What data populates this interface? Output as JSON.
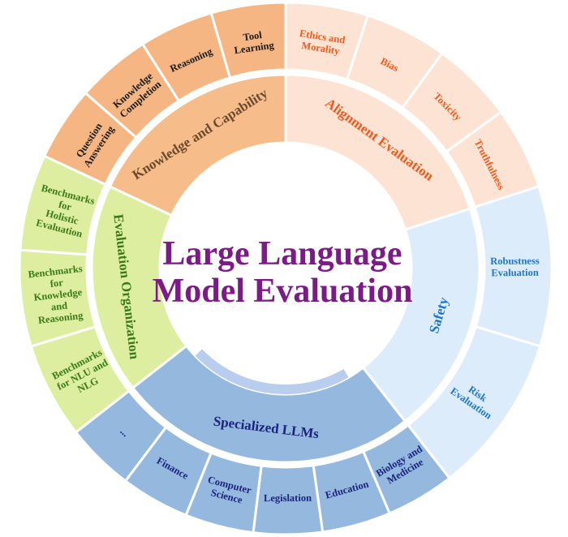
{
  "title": {
    "line1": "Large Language",
    "line2": "Model Evaluation"
  },
  "colors": {
    "title": "#7a1b86",
    "knowledge_outer": "#f6b683",
    "knowledge_inner": "#f6bd8b",
    "knowledge_text": "#1a1a1a",
    "knowledge_inner_text": "#6b4a2c",
    "alignment_outer": "#fde3d3",
    "alignment_inner": "#fde3d3",
    "alignment_text": "#f15a1c",
    "safety_outer": "#dcecfb",
    "safety_inner": "#dcecfb",
    "safety_text": "#1f76c6",
    "specialized_outer": "#95b9de",
    "specialized_inner": "#95b9de",
    "specialized_band": "#b9cdef",
    "specialized_text": "#1a237e",
    "organization_outer": "#ddeea0",
    "organization_inner": "#ddeea0",
    "organization_text": "#3a7a1a",
    "divider": "#ffffff"
  },
  "groups": [
    {
      "id": "knowledge",
      "label": "Knowledge and Capability",
      "items": [
        "Question Answering",
        "Knowledge Completion",
        "Reasoning",
        "Tool Learning"
      ]
    },
    {
      "id": "alignment",
      "label": "Alignment Evaluation",
      "items": [
        "Ethics and Morality",
        "Bias",
        "Toxicity",
        "Truthfulness"
      ]
    },
    {
      "id": "safety",
      "label": "Safety",
      "items": [
        "Robustness Evaluation",
        "Risk Evaluation"
      ]
    },
    {
      "id": "specialized",
      "label": "Specialized LLMs",
      "items": [
        "Biology and Medicine",
        "Education",
        "Legislation",
        "Computer Science",
        "Finance",
        "..."
      ]
    },
    {
      "id": "organization",
      "label": "Evaluation Organization",
      "items": [
        "Benchmarks for NLU and NLG",
        "Benchmarks for Knowledge and Reasoning",
        "Benchmarks for Holistic Evaluation"
      ]
    }
  ]
}
